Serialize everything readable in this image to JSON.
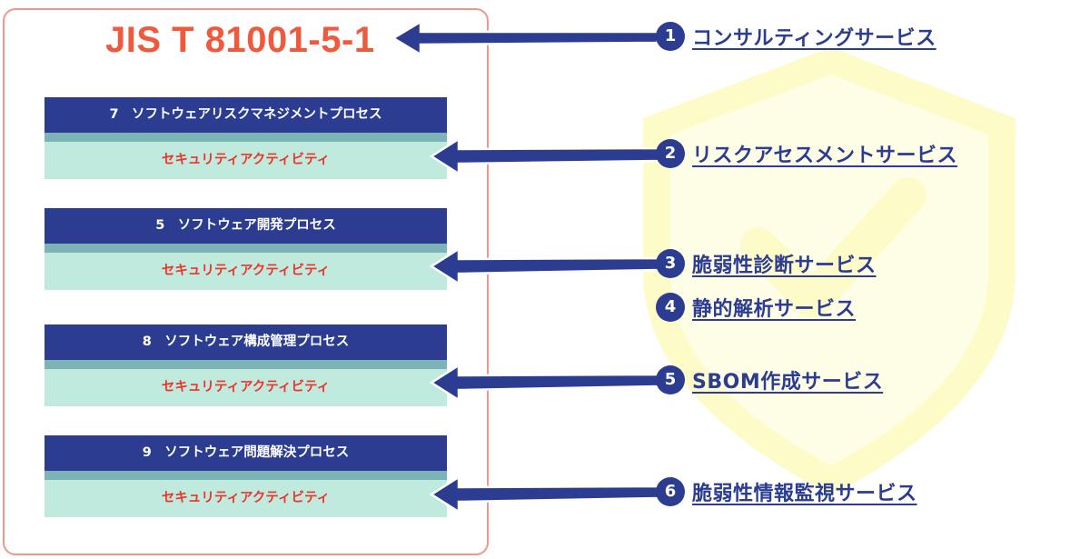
{
  "standard_title": "JIS T 81001-5-1",
  "processes": [
    {
      "title": "7　ソフトウェアリスクマネジメントプロセス",
      "activity": "セキュリティアクティビティ"
    },
    {
      "title": "5　ソフトウェア開発プロセス",
      "activity": "セキュリティアクティビティ"
    },
    {
      "title": "8　ソフトウェア構成管理プロセス",
      "activity": "セキュリティアクティビティ"
    },
    {
      "title": "9　ソフトウェア問題解決プロセス",
      "activity": "セキュリティアクティビティ"
    }
  ],
  "services": [
    {
      "number": "1",
      "label": "コンサルティングサービス"
    },
    {
      "number": "2",
      "label": "リスクアセスメントサービス"
    },
    {
      "number": "3",
      "label": "脆弱性診断サービス"
    },
    {
      "number": "4",
      "label": "静的解析サービス"
    },
    {
      "number": "5",
      "label": "SBOM作成サービス"
    },
    {
      "number": "6",
      "label": "脆弱性情報監視サービス"
    }
  ],
  "colors": {
    "navy": "#2b3c91",
    "accent_red": "#ef5a3c",
    "activity_bg": "#bfeadd",
    "frame_border": "#f0968c",
    "watermark": "#fdfbc8"
  },
  "background_icon": "shield-check-icon"
}
